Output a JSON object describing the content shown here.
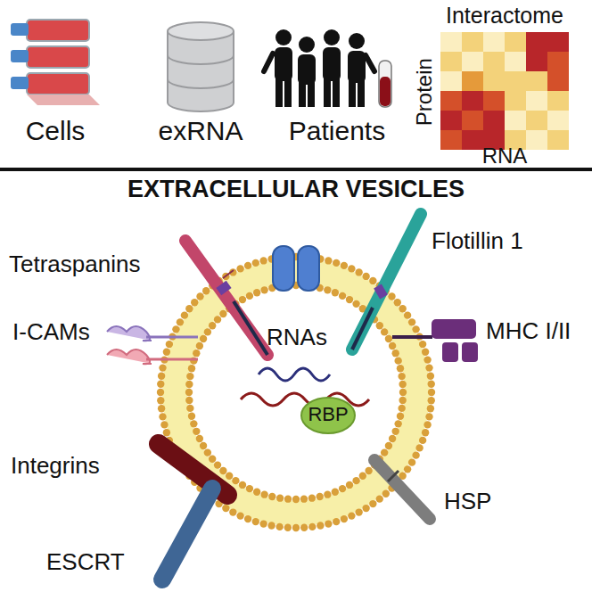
{
  "diagram": {
    "title": "EXTRACELLULAR VESICLES",
    "labels": [
      "Cells",
      "exRNA",
      "Patients",
      "Interactome",
      "Protein",
      "RNA",
      "Tetraspanins",
      "Flotillin 1",
      "I-CAMs",
      "RNAs",
      "MHC I/II",
      "RBP",
      "Integrins",
      "HSP",
      "ESCRT"
    ]
  }
}
